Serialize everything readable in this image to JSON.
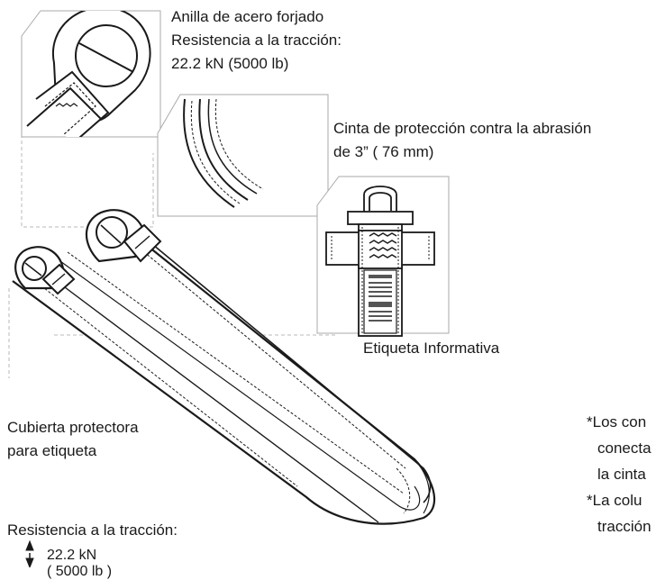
{
  "callouts": {
    "ring": [
      "Anilla de acero forjado",
      "Resistencia a la tracción:",
      "22.2 kN (5000 lb)"
    ],
    "strap": [
      "Cinta de protección contra la abrasión",
      "de 3” ( 76 mm)"
    ],
    "info_label": "Etiqueta Informativa",
    "cover": [
      "Cubierta protectora",
      "para etiqueta"
    ],
    "strength_title": "Resistencia a la tracción:",
    "strength_values": [
      "22.2 kN",
      "( 5000 lb )"
    ]
  },
  "notes": [
    "*Los con",
    "conecta",
    "la cinta",
    "*La colu",
    "tracción"
  ],
  "colors": {
    "line": "#1a1a1a",
    "leader": "#b0b0b0",
    "frame": "#a8a8a8"
  },
  "icons": [
    "double-arrow-icon"
  ]
}
